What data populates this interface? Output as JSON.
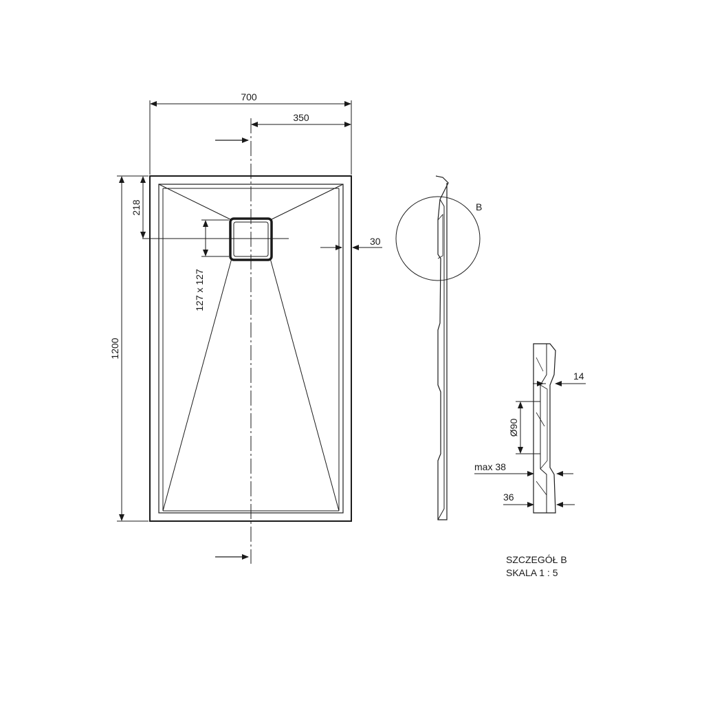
{
  "plan_view": {
    "width_label": "700",
    "half_width_label": "350",
    "length_label": "1200",
    "drain_offset_label": "218",
    "drain_size_label": "127 x 127",
    "rim_label": "30"
  },
  "side_view": {
    "detail_callout": "B"
  },
  "detail_b": {
    "thickness_label": "14",
    "outlet_diameter_label": "Ø90",
    "max_height_label": "max 38",
    "total_height_label": "36",
    "title_line1": "SZCZEGÓŁ B",
    "title_line2": "SKALA 1 : 5"
  }
}
